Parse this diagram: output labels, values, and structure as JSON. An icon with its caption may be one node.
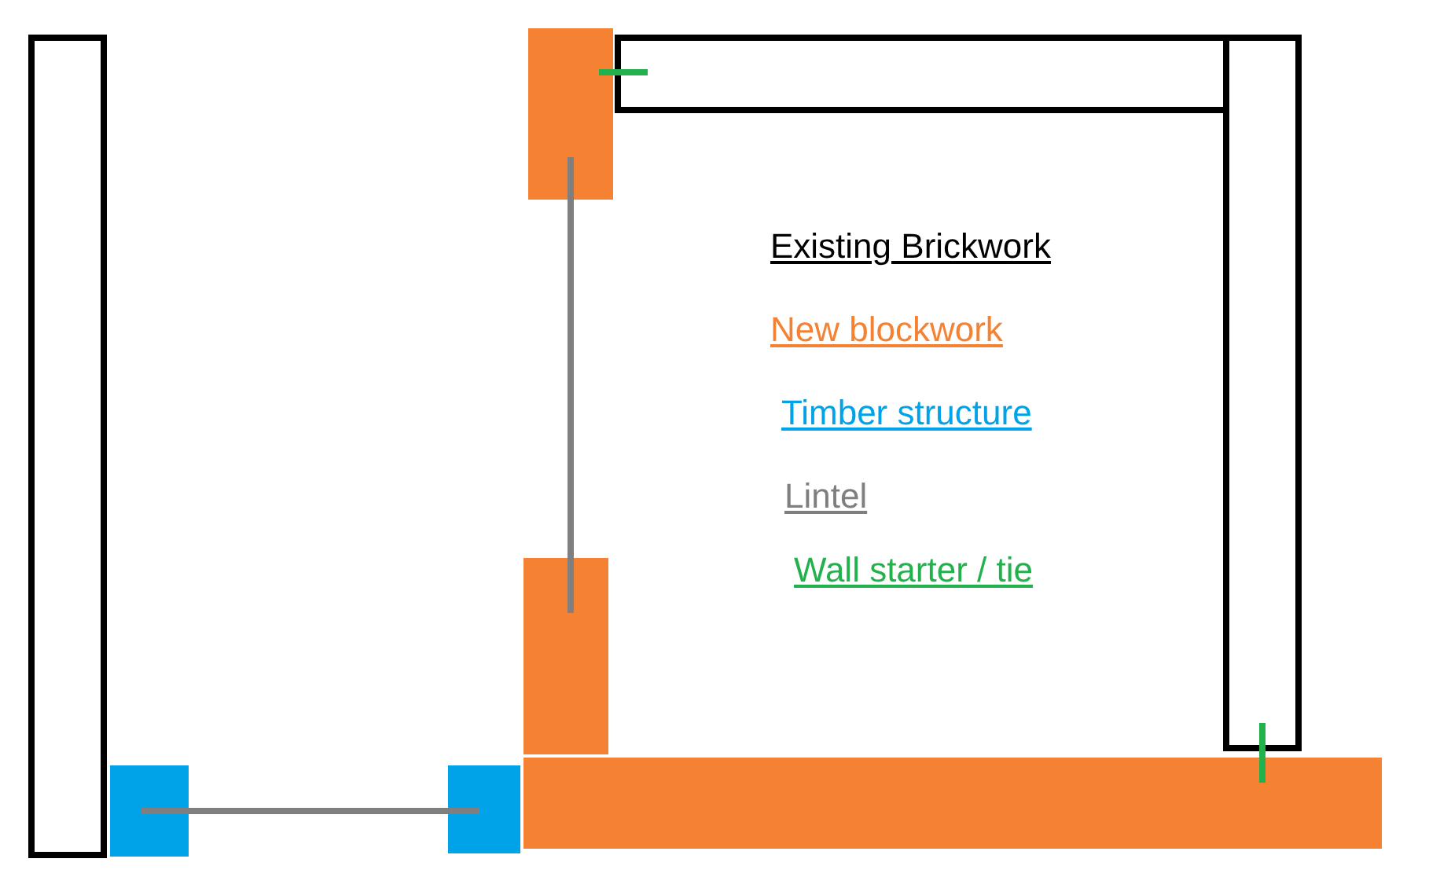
{
  "diagram": {
    "legend": [
      {
        "text": "Existing Brickwork",
        "color": "#000000"
      },
      {
        "text": "New blockwork",
        "color": "#f58233"
      },
      {
        "text": "Timber structure",
        "color": "#00a2e8"
      },
      {
        "text": "Lintel",
        "color": "#7f7f7f"
      },
      {
        "text": "Wall starter / tie",
        "color": "#22b14c"
      }
    ]
  }
}
